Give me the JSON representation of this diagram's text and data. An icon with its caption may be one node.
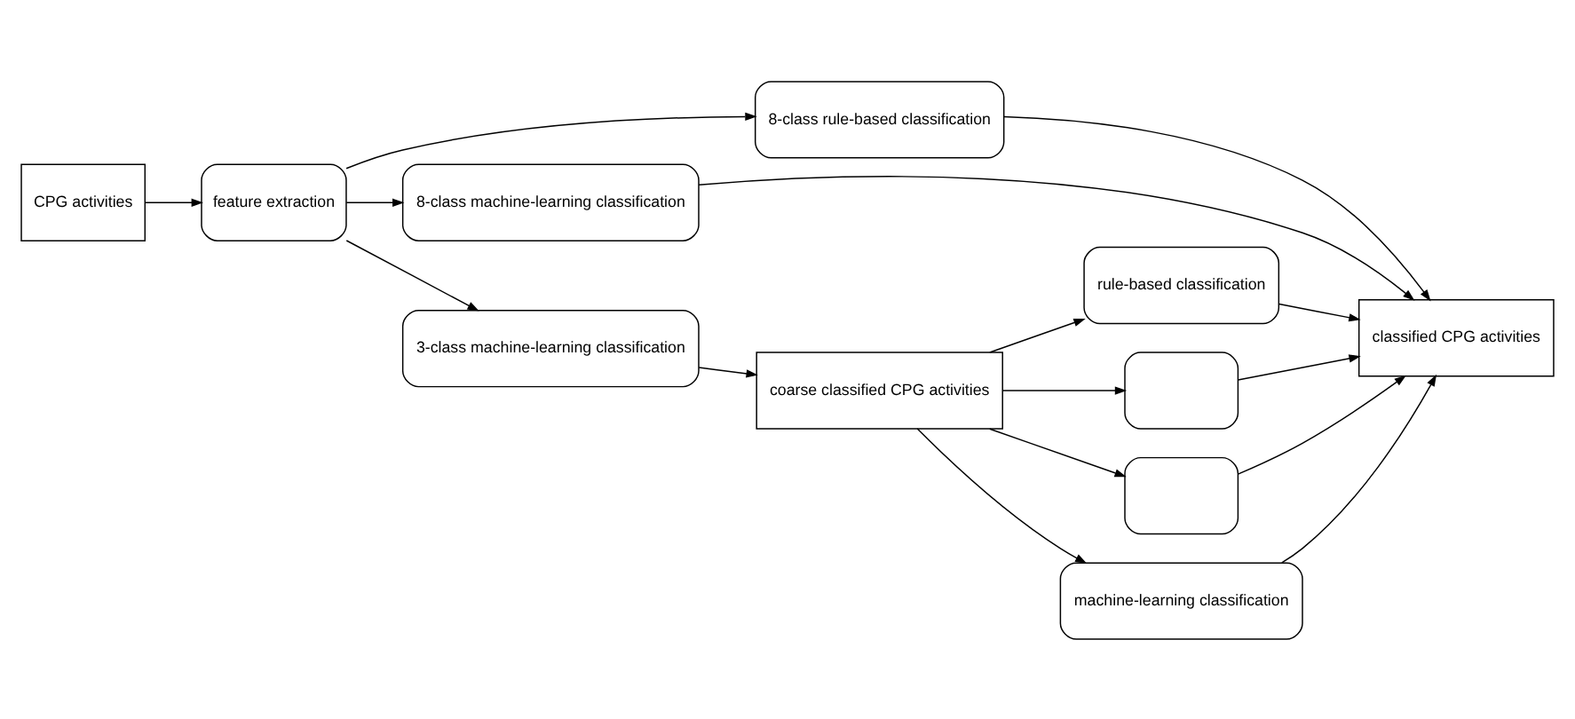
{
  "diagram": {
    "nodes": [
      {
        "text": [
          "CPG activities"
        ]
      },
      {
        "text": [
          "feature extraction"
        ]
      },
      {
        "text": [
          "8-class rule-based classification"
        ]
      },
      {
        "text": [
          "8-class machine-learning classification"
        ]
      },
      {
        "text": [
          "3-class machine-learning classification"
        ]
      },
      {
        "text": [
          "coarse classified CPG activities"
        ]
      },
      {
        "text": [
          "rule-based classification"
        ]
      },
      {
        "text": [],
        "shape": "box"
      },
      {
        "text": [],
        "shape": "box"
      },
      {
        "text": [
          "machine-learning classification"
        ]
      },
      {
        "text": [
          "classified CPG activities"
        ]
      }
    ],
    "edges": [
      {
        "from": 0,
        "to": 1,
        "arrow": "to"
      },
      {
        "from": 1,
        "to": 2,
        "arrow": "to"
      },
      {
        "from": 1,
        "to": 3,
        "arrow": "to"
      },
      {
        "from": 1,
        "to": 4,
        "arrow": "to"
      },
      {
        "from": 2,
        "to": 10,
        "arrow": "to"
      },
      {
        "from": 3,
        "to": 10,
        "arrow": "to"
      },
      {
        "from": 4,
        "to": 5,
        "arrow": "to"
      },
      {
        "from": 5,
        "to": 6,
        "arrow": "to"
      },
      {
        "from": 5,
        "to": 7,
        "arrow": "to"
      },
      {
        "from": 5,
        "to": 8,
        "arrow": "to"
      },
      {
        "from": 5,
        "to": 9,
        "arrow": "to"
      },
      {
        "from": 6,
        "to": 10,
        "arrow": "to"
      },
      {
        "from": 7,
        "to": 10,
        "arrow": "to"
      },
      {
        "from": 8,
        "to": 10,
        "arrow": "to"
      },
      {
        "from": 9,
        "to": 10,
        "arrow": "to"
      }
    ]
  }
}
